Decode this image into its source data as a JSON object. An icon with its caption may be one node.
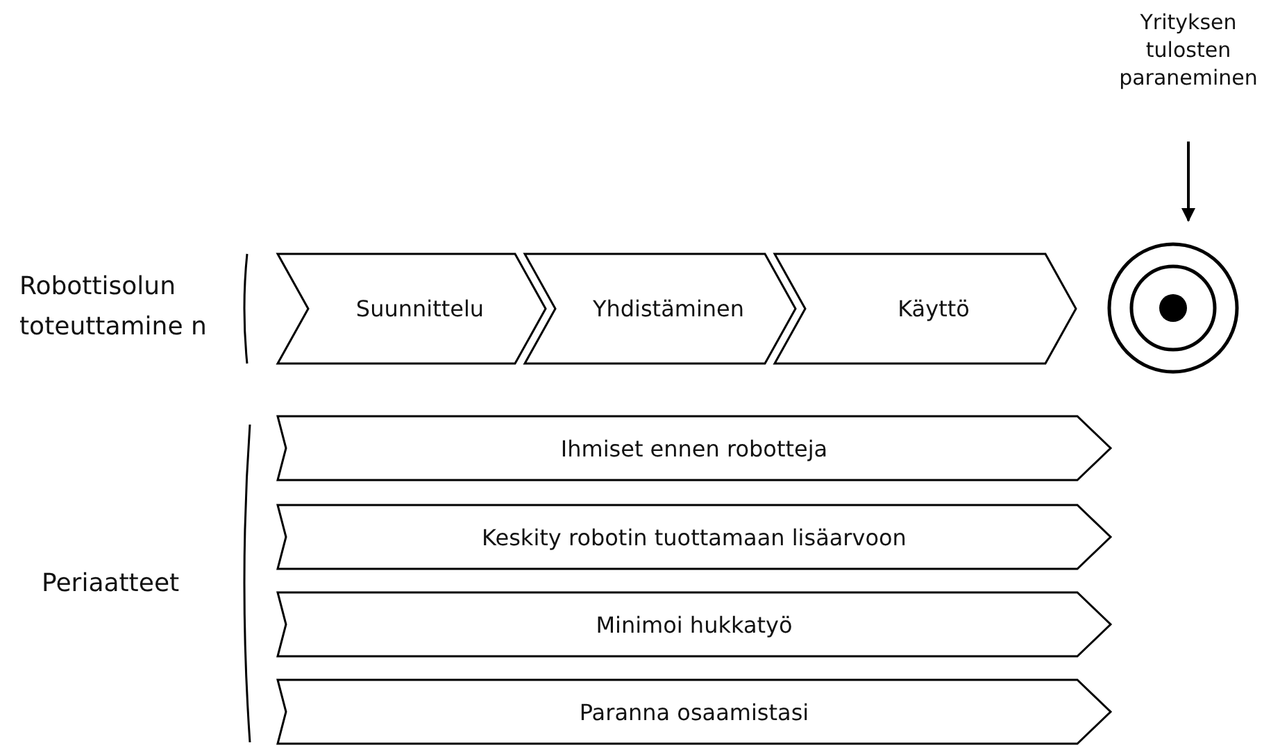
{
  "diagram": {
    "nodes": [
      {
        "text": [
          "Suunnittelu"
        ]
      },
      {
        "text": [
          "Yhdistäminen"
        ]
      },
      {
        "text": [
          "Käyttö"
        ]
      },
      {
        "text": [],
        "shape": "circle"
      },
      {
        "text": [
          "Yrityksen tulosten paraneminen"
        ]
      },
      {
        "text": [
          "Ihmiset ennen robotteja"
        ]
      },
      {
        "text": [
          "Keskity robotin tuottamaan lisäarvoon"
        ]
      },
      {
        "text": [
          "Minimoi hukkatyö"
        ]
      },
      {
        "text": [
          "Paranna osaamistasi"
        ]
      }
    ],
    "edges": [
      {
        "from": 4,
        "to": 3,
        "arrow": "to"
      }
    ],
    "labels": [
      "Robottisolun toteuttamine n",
      "Periaatteet"
    ]
  }
}
